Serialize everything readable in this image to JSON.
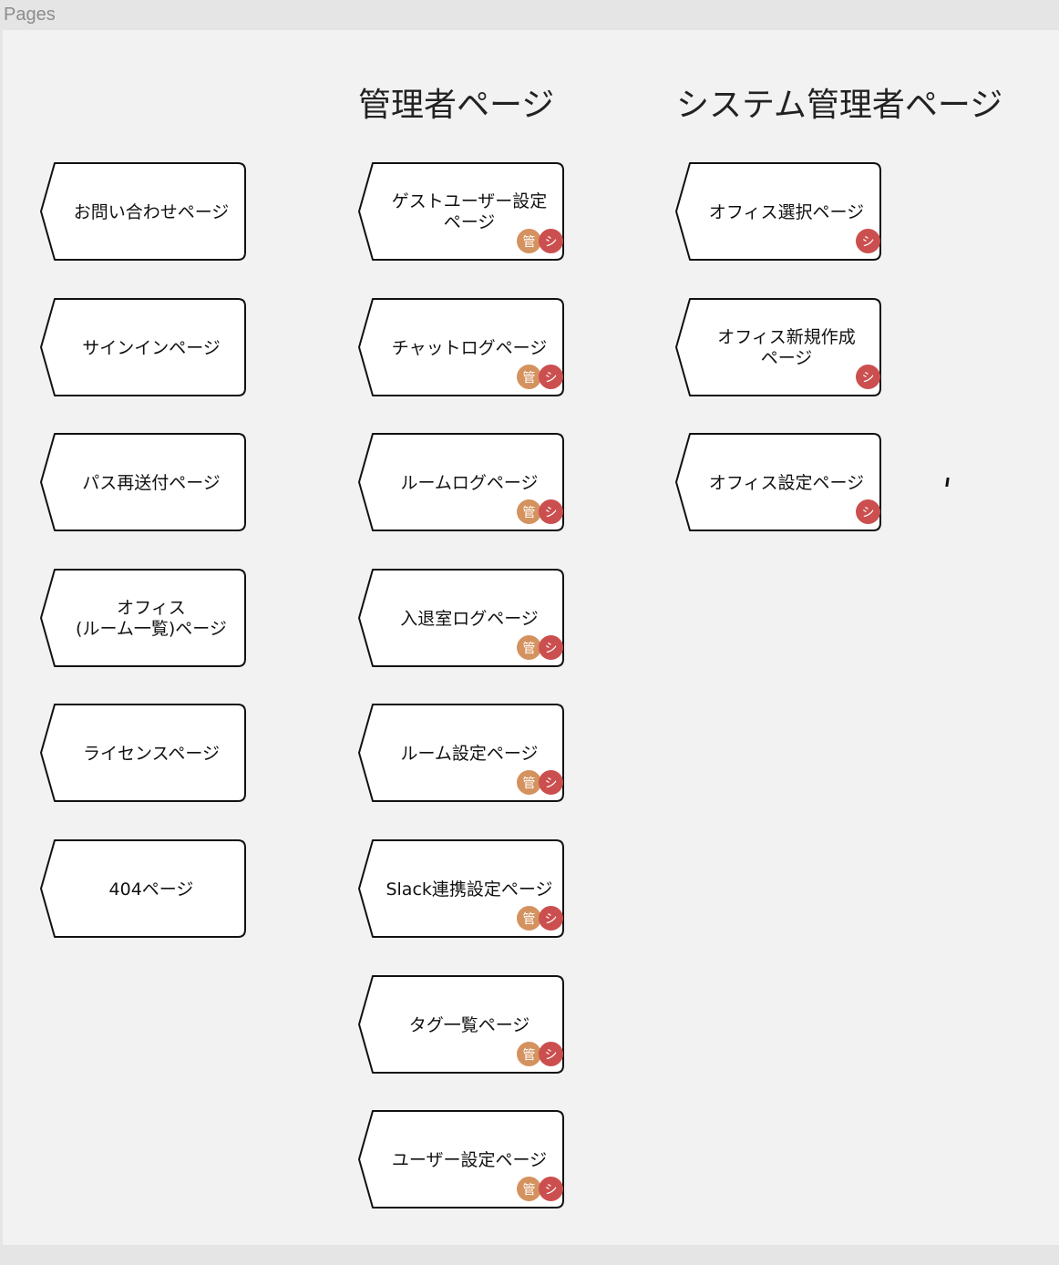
{
  "frame": {
    "label": "Pages"
  },
  "columns": {
    "admin_title": "管理者ページ",
    "system_title": "システム管理者ページ"
  },
  "badges": {
    "admin": "管",
    "system": "シ"
  },
  "colors": {
    "admin_badge": "#d4925f",
    "system_badge": "#cc4f4f",
    "node_fill": "#ffffff",
    "node_stroke": "#111111"
  },
  "general_pages": [
    "お問い合わせページ",
    "サインインページ",
    "パス再送付ページ",
    "オフィス\n(ルーム一覧)ページ",
    "ライセンスページ",
    "404ページ"
  ],
  "admin_pages": [
    "ゲストユーザー設定\nページ",
    "チャットログページ",
    "ルームログページ",
    "入退室ログページ",
    "ルーム設定ページ",
    "Slack連携設定ページ",
    "タグ一覧ページ",
    "ユーザー設定ページ"
  ],
  "system_pages": [
    "オフィス選択ページ",
    "オフィス新規作成\nページ",
    "オフィス設定ページ"
  ]
}
